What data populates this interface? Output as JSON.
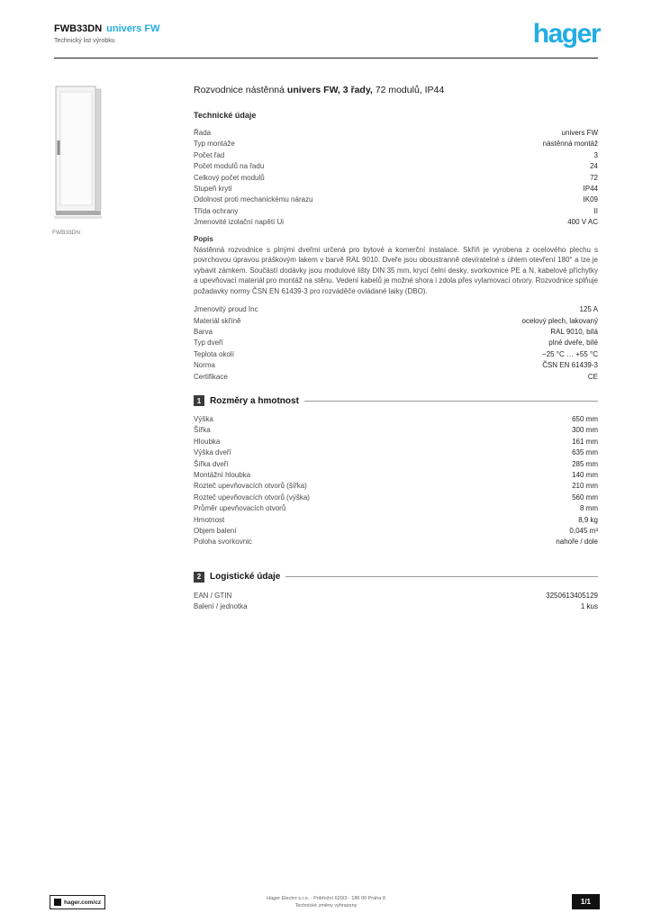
{
  "brand": {
    "logo_text": "hager",
    "color": "#22ade4"
  },
  "header": {
    "ref": "FWB33DN",
    "family": "univers FW",
    "subtitle": "Technický list výrobku"
  },
  "product_image": {
    "caption": "FWB33DN"
  },
  "main": {
    "title_pre": "Rozvodnice nástěnná ",
    "title_bold": "univers FW, 3 řady,",
    "title_post": " 72 modulů, IP44",
    "tech_heading": "Technické údaje"
  },
  "spec_rows_a": [
    {
      "label": "Řada",
      "value": "univers FW"
    },
    {
      "label": "Typ montáže",
      "value": "nástěnná montáž"
    },
    {
      "label": "Počet řad",
      "value": "3"
    },
    {
      "label": "Počet modulů na řadu",
      "value": "24"
    },
    {
      "label": "Celkový počet modulů",
      "value": "72"
    },
    {
      "label": "Stupeň krytí",
      "value": "IP44"
    },
    {
      "label": "Odolnost proti mechanickému nárazu",
      "value": "IK09"
    },
    {
      "label": "Třída ochrany",
      "value": "II"
    },
    {
      "label": "Jmenovité izolační napětí Ui",
      "value": "400 V AC"
    }
  ],
  "description": {
    "label": "Popis",
    "text": "Nástěnná rozvodnice s plnými dveřmi určená pro bytové a komerční instalace. Skříň je vyrobena z ocelového plechu s povrchovou úpravou práškovým lakem v barvě RAL 9010. Dveře jsou oboustranně otevíratelné s úhlem otevření 180° a lze je vybavit zámkem. Součástí dodávky jsou modulové lišty DIN 35 mm, krycí čelní desky, svorkovnice PE a N, kabelové příchytky a upevňovací materiál pro montáž na stěnu. Vedení kabelů je možné shora i zdola přes vylamovací otvory. Rozvodnice splňuje požadavky normy ČSN EN 61439-3 pro rozváděče ovládané laiky (DBO)."
  },
  "spec_rows_b": [
    {
      "label": "Jmenovitý proud Inc",
      "value": "125 A"
    },
    {
      "label": "Materiál skříně",
      "value": "ocelový plech, lakovaný"
    },
    {
      "label": "Barva",
      "value": "RAL 9010, bílá"
    },
    {
      "label": "Typ dveří",
      "value": "plné dveře, bílé"
    },
    {
      "label": "Teplota okolí",
      "value": "−25 °C … +55 °C"
    },
    {
      "label": "Norma",
      "value": "ČSN EN 61439-3"
    },
    {
      "label": "Certifikace",
      "value": "CE"
    }
  ],
  "section_dimensions": {
    "number": "1",
    "title": "Rozměry a hmotnost"
  },
  "dimension_rows": [
    {
      "label": "Výška",
      "value": "650 mm"
    },
    {
      "label": "Šířka",
      "value": "300 mm"
    },
    {
      "label": "Hloubka",
      "value": "161 mm"
    },
    {
      "label": "Výška dveří",
      "value": "635 mm"
    },
    {
      "label": "Šířka dveří",
      "value": "285 mm"
    },
    {
      "label": "Montážní hloubka",
      "value": "140 mm"
    },
    {
      "label": "Rozteč upevňovacích otvorů (šířka)",
      "value": "210 mm"
    },
    {
      "label": "Rozteč upevňovacích otvorů (výška)",
      "value": "560 mm"
    },
    {
      "label": "Průměr upevňovacích otvorů",
      "value": "8 mm"
    },
    {
      "label": "Hmotnost",
      "value": "8,9 kg"
    },
    {
      "label": "Objem balení",
      "value": "0,045 m³"
    },
    {
      "label": "Poloha svorkovnic",
      "value": "nahoře / dole"
    }
  ],
  "section_logistics": {
    "number": "2",
    "title": "Logistické údaje"
  },
  "logistics_rows": [
    {
      "label": "EAN / GTIN",
      "value": "3250613405129"
    },
    {
      "label": "Balení / jednotka",
      "value": "1 kus"
    }
  ],
  "footer": {
    "website": "hager.com/cz",
    "center_line1": "Hager Electro s.r.o. · Pobřežní 620/3 · 186 00 Praha 8",
    "center_line2": "Technické změny vyhrazeny",
    "page": "1/1"
  }
}
